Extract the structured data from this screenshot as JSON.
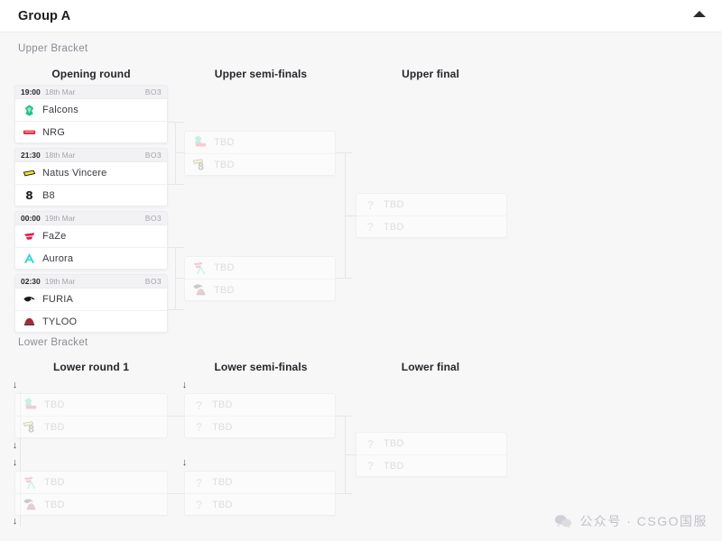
{
  "header": {
    "title": "Group A",
    "collapse_icon": "chevron-up-icon"
  },
  "upper_bracket": {
    "label": "Upper Bracket",
    "rounds": [
      {
        "title": "Opening round"
      },
      {
        "title": "Upper semi-finals"
      },
      {
        "title": "Upper final"
      }
    ],
    "opening_round": [
      {
        "time": "19:00",
        "date": "18th Mar",
        "format": "BO3",
        "teams": [
          {
            "name": "Falcons",
            "logo": "falcons-logo",
            "color": "#23c28a"
          },
          {
            "name": "NRG",
            "logo": "nrg-logo",
            "color": "#e0203c"
          }
        ]
      },
      {
        "time": "21:30",
        "date": "18th Mar",
        "format": "BO3",
        "teams": [
          {
            "name": "Natus Vincere",
            "logo": "navi-logo",
            "color": "#f2e514"
          },
          {
            "name": "B8",
            "logo": "b8-logo",
            "color": "#1b1b1f"
          }
        ]
      },
      {
        "time": "00:00",
        "date": "19th Mar",
        "format": "BO3",
        "teams": [
          {
            "name": "FaZe",
            "logo": "faze-logo",
            "color": "#e8174b"
          },
          {
            "name": "Aurora",
            "logo": "aurora-logo",
            "color": "#2fd6d0"
          }
        ]
      },
      {
        "time": "02:30",
        "date": "19th Mar",
        "format": "BO3",
        "teams": [
          {
            "name": "FURIA",
            "logo": "furia-logo",
            "color": "#1b1b1f"
          },
          {
            "name": "TYLOO",
            "logo": "tyloo-logo",
            "color": "#9e2b3a"
          }
        ]
      }
    ],
    "semi_finals": [
      {
        "teams": [
          {
            "name": "TBD",
            "ghost_logos": [
              "falcons-logo",
              "nrg-logo"
            ],
            "ghost_colors": [
              "#23c28a",
              "#e0203c"
            ]
          },
          {
            "name": "TBD",
            "ghost_logos": [
              "navi-logo",
              "b8-logo"
            ],
            "ghost_colors": [
              "#f2e514",
              "#1b1b1f"
            ]
          }
        ]
      },
      {
        "teams": [
          {
            "name": "TBD",
            "ghost_logos": [
              "faze-logo",
              "aurora-logo"
            ],
            "ghost_colors": [
              "#e8174b",
              "#2fd6d0"
            ]
          },
          {
            "name": "TBD",
            "ghost_logos": [
              "furia-logo",
              "tyloo-logo"
            ],
            "ghost_colors": [
              "#1b1b1f",
              "#9e2b3a"
            ]
          }
        ]
      }
    ],
    "final": {
      "teams": [
        {
          "name": "TBD",
          "logo": "question-mark-icon"
        },
        {
          "name": "TBD",
          "logo": "question-mark-icon"
        }
      ]
    }
  },
  "lower_bracket": {
    "label": "Lower Bracket",
    "rounds": [
      {
        "title": "Lower round 1"
      },
      {
        "title": "Lower semi-finals"
      },
      {
        "title": "Lower final"
      }
    ],
    "round_1": [
      {
        "teams": [
          {
            "name": "TBD",
            "ghost_logos": [
              "falcons-logo",
              "nrg-logo"
            ],
            "ghost_colors": [
              "#23c28a",
              "#e0203c"
            ]
          },
          {
            "name": "TBD",
            "ghost_logos": [
              "navi-logo",
              "b8-logo"
            ],
            "ghost_colors": [
              "#f2e514",
              "#1b1b1f"
            ]
          }
        ]
      },
      {
        "teams": [
          {
            "name": "TBD",
            "ghost_logos": [
              "faze-logo",
              "aurora-logo"
            ],
            "ghost_colors": [
              "#e8174b",
              "#2fd6d0"
            ]
          },
          {
            "name": "TBD",
            "ghost_logos": [
              "furia-logo",
              "tyloo-logo"
            ],
            "ghost_colors": [
              "#1b1b1f",
              "#9e2b3a"
            ]
          }
        ]
      }
    ],
    "semi_finals": [
      {
        "teams": [
          {
            "name": "TBD",
            "logo": "question-mark-icon"
          },
          {
            "name": "TBD",
            "logo": "question-mark-icon"
          }
        ]
      },
      {
        "teams": [
          {
            "name": "TBD",
            "logo": "question-mark-icon"
          },
          {
            "name": "TBD",
            "logo": "question-mark-icon"
          }
        ]
      }
    ],
    "final": {
      "teams": [
        {
          "name": "TBD",
          "logo": "question-mark-icon"
        },
        {
          "name": "TBD",
          "logo": "question-mark-icon"
        }
      ]
    }
  },
  "watermark": {
    "text": "公众号 · CSGO国服",
    "icon": "wechat-icon"
  },
  "theme": {
    "page_bg": "#f7f7f8",
    "card_bg": "#ffffff",
    "border": "#ececee",
    "text": "#26262b",
    "muted": "#a4a4ac",
    "tbd": "#c9c9d0",
    "connector": "#e6e6ea"
  }
}
